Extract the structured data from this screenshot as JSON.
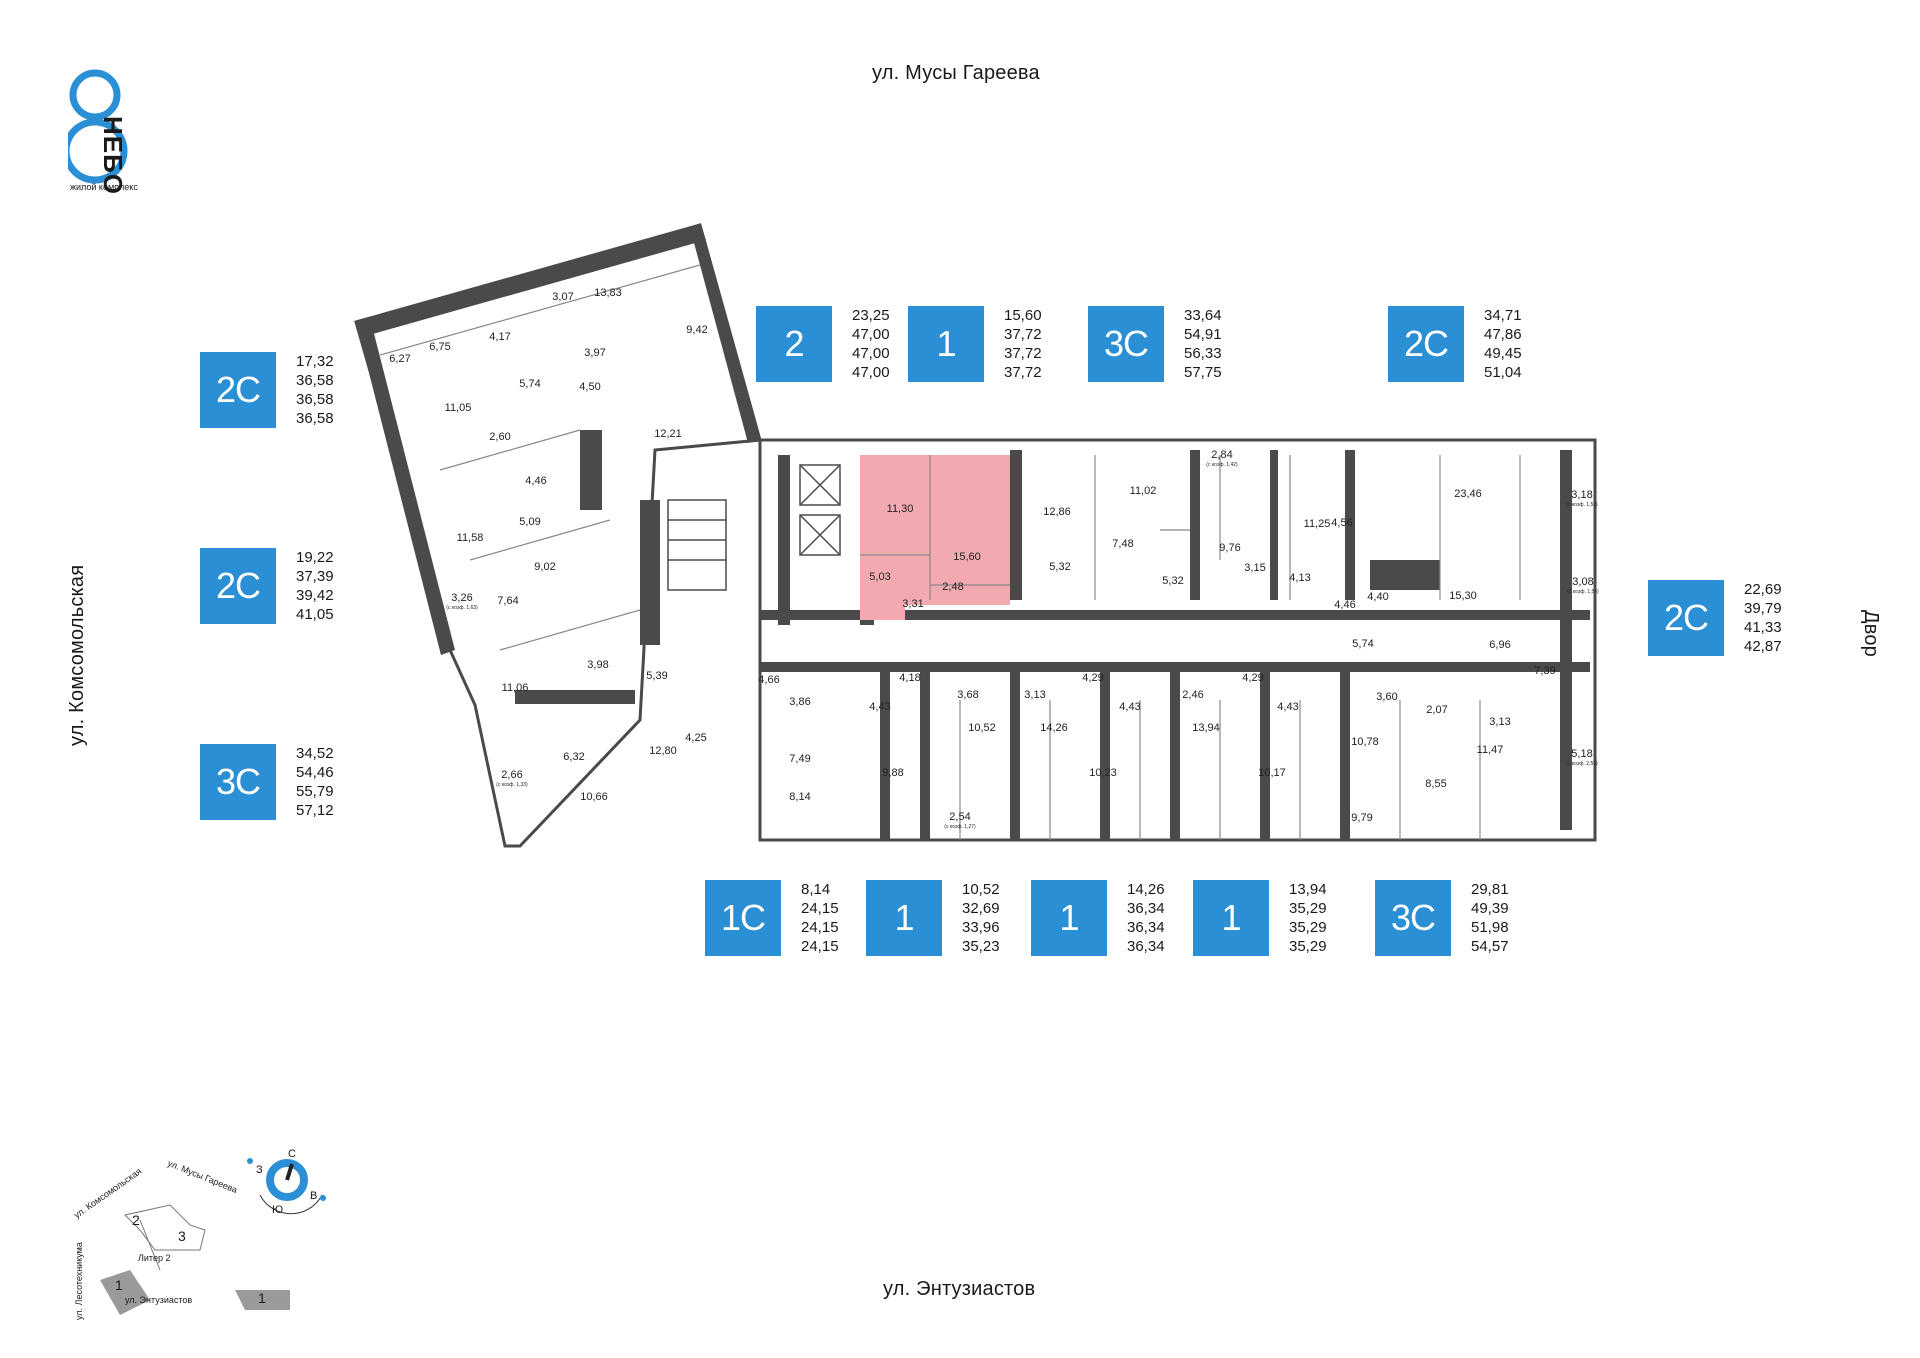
{
  "logo": {
    "name": "НЕБО",
    "caption": "жилой комплекс"
  },
  "streets": {
    "top": "ул. Мусы Гареева",
    "bottom": "ул. Энтузиастов",
    "left": "ул. Комсомольская",
    "right": "Двор"
  },
  "colors": {
    "accent": "#2a8fd4",
    "selected_apartment": "#f2aab0",
    "walls": "#4a4a4a"
  },
  "legend": [
    {
      "type": "2С",
      "areas": [
        "17,32",
        "36,58",
        "36,58",
        "36,58"
      ]
    },
    {
      "type": "2С",
      "areas": [
        "19,22",
        "37,39",
        "39,42",
        "41,05"
      ]
    },
    {
      "type": "3С",
      "areas": [
        "34,52",
        "54,46",
        "55,79",
        "57,12"
      ]
    },
    {
      "type": "2",
      "areas": [
        "23,25",
        "47,00",
        "47,00",
        "47,00"
      ]
    },
    {
      "type": "1",
      "areas": [
        "15,60",
        "37,72",
        "37,72",
        "37,72"
      ]
    },
    {
      "type": "3С",
      "areas": [
        "33,64",
        "54,91",
        "56,33",
        "57,75"
      ]
    },
    {
      "type": "2С",
      "areas": [
        "34,71",
        "47,86",
        "49,45",
        "51,04"
      ]
    },
    {
      "type": "2С",
      "areas": [
        "22,69",
        "39,79",
        "41,33",
        "42,87"
      ]
    },
    {
      "type": "1С",
      "areas": [
        "8,14",
        "24,15",
        "24,15",
        "24,15"
      ]
    },
    {
      "type": "1",
      "areas": [
        "10,52",
        "32,69",
        "33,96",
        "35,23"
      ]
    },
    {
      "type": "1",
      "areas": [
        "14,26",
        "36,34",
        "36,34",
        "36,34"
      ]
    },
    {
      "type": "1",
      "areas": [
        "13,94",
        "35,29",
        "35,29",
        "35,29"
      ]
    },
    {
      "type": "3С",
      "areas": [
        "29,81",
        "49,39",
        "51,98",
        "54,57"
      ]
    }
  ],
  "rooms": [
    "6,27",
    "6,75",
    "4,17",
    "3,07",
    "13,83",
    "9,42",
    "3,97",
    "5,74",
    "4,50",
    "11,05",
    "2,60",
    "12,21",
    "4,46",
    "11,58",
    "5,09",
    "9,02",
    "3,26",
    "7,64",
    "3,98",
    "11,06",
    "6,32",
    "2,66",
    "10,66",
    "5,39",
    "12,80",
    "4,25",
    "4,66",
    "3,86",
    "7,49",
    "8,14",
    "4,18",
    "4,43",
    "3,68",
    "9,88",
    "10,52",
    "2,54",
    "3,13",
    "14,26",
    "4,29",
    "4,43",
    "10,23",
    "2,46",
    "13,94",
    "4,29",
    "4,43",
    "10,17",
    "11,30",
    "15,60",
    "5,03",
    "2,48",
    "3,31",
    "12,86",
    "5,32",
    "11,02",
    "7,48",
    "2,84",
    "9,76",
    "5,32",
    "3,15",
    "11,25",
    "4,13",
    "4,56",
    "4,46",
    "23,46",
    "3,18",
    "4,40",
    "15,30",
    "3,08",
    "5,74",
    "6,96",
    "7,39",
    "3,60",
    "2,07",
    "10,78",
    "3,13",
    "11,47",
    "8,55",
    "5,18",
    "9,79"
  ],
  "room_notes": [
    "(с коэф. 1,63)",
    "(с коэф. 1,33)",
    "(с коэф. 1,27)",
    "(с коэф. 1,42)",
    "(с коэф. 1,59)",
    "(с коэф. 1,54)",
    "(с коэф. 2,59)"
  ],
  "compass": {
    "north": "С",
    "south": "Ю",
    "west": "З",
    "east": "В"
  },
  "minimap": {
    "streets": [
      "ул. Комсомольская",
      "ул. Мусы Гареева",
      "ул. Лесотехникума",
      "ул. Энтузиастов"
    ],
    "labels": [
      "2",
      "3",
      "1",
      "Литер 2",
      "1"
    ]
  }
}
